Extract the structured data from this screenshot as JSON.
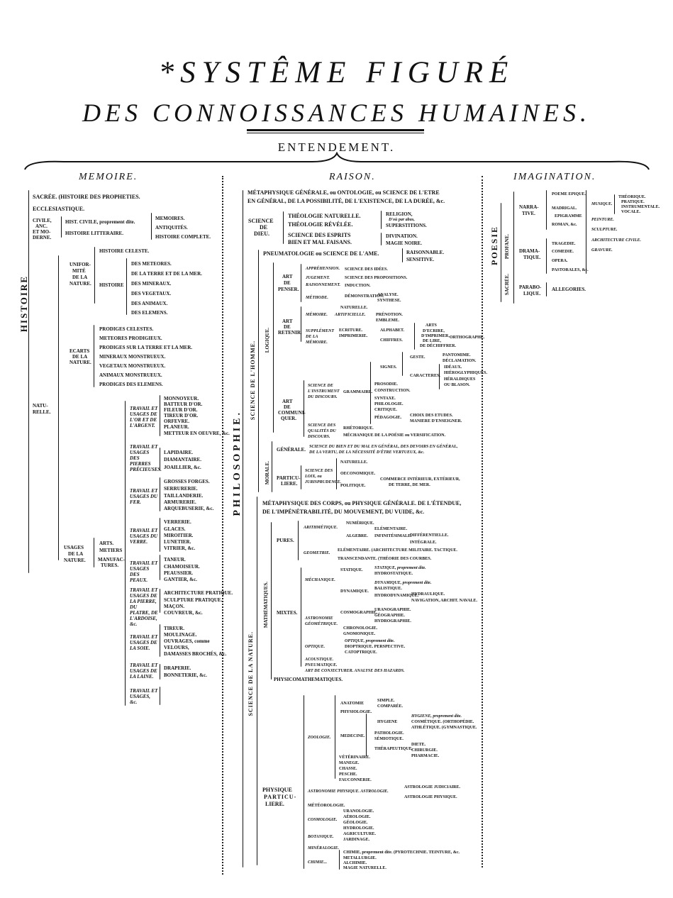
{
  "title": {
    "line1": "*SYSTÊME FIGURÉ",
    "line2": "DES CONNOISSANCES HUMAINES.",
    "sub": "ENTENDEMENT."
  },
  "memoire": {
    "heading": "MEMOIRE.",
    "vertical": "HISTOIRE",
    "sacree": "SACRÉE. (HISTOIRE DES PROPHETIES.",
    "eccles": "ECCLESIASTIQUE.",
    "civile": [
      "CIVILE,",
      "ANC.",
      "ET MO-",
      "DERNE."
    ],
    "hist_civile": "HIST. CIVILE, proprement dite.",
    "hist_litt": "HISTOIRE LITTERAIRE.",
    "civ_items": [
      "MEMOIRES.",
      "ANTIQUITÉS.",
      "HISTOIRE COMPLETE."
    ],
    "naturelle": [
      "NATU-",
      "RELLE."
    ],
    "uniformite": [
      "UNIFOR-",
      "MITÉ",
      "DE LA",
      "NATURE."
    ],
    "hist_celeste": "HISTOIRE CELESTE.",
    "histoire": "HISTOIRE",
    "des_items": [
      "DES METEORES.",
      "DE LA TERRE ET DE LA MER.",
      "DES MINERAUX.",
      "DES VEGETAUX.",
      "DES ANIMAUX.",
      "DES ELEMENS."
    ],
    "ecarts": [
      "ECARTS",
      "DE LA",
      "NATURE."
    ],
    "prodiges": [
      "PRODIGES CELESTES.",
      "METEORES PRODIGIEUX.",
      "PRODIGES SUR LA TERRE ET LA MER.",
      "MINERAUX MONSTRUEUX.",
      "VEGETAUX MONSTRUEUX.",
      "ANIMAUX MONSTRUEUX.",
      "PRODIGES DES ELEMENS."
    ],
    "usages": [
      "USAGES",
      "DE LA",
      "NATURE."
    ],
    "arts": "ARTS.",
    "metiers": "METIERS",
    "manufac": [
      "MANUFAC-",
      "TURES."
    ],
    "travaux": [
      {
        "label": "TRAVAIL ET USAGES DE L'OR ET DE L'ARGENT.",
        "items": [
          "MONNOYEUR.",
          "BATTEUR D'OR.",
          "FILEUR D'OR.",
          "TIREUR D'OR.",
          "ORFEVRE.",
          "PLANEUR.",
          "METTEUR EN OEUVRE, &c."
        ]
      },
      {
        "label": "TRAVAIL ET USAGES DES PIERRES PRÉCIEUSES.",
        "items": [
          "LAPIDAIRE.",
          "DIAMANTAIRE.",
          "JOAILLIER, &c."
        ]
      },
      {
        "label": "TRAVAIL ET USAGES DU FER.",
        "items": [
          "GROSSES FORGES.",
          "SERRURERIE.",
          "TAILLANDERIE.",
          "ARMURERIE.",
          "ARQUEBUSERIE, &c."
        ]
      },
      {
        "label": "TRAVAIL ET USAGES DU VERRE.",
        "items": [
          "VERRERIE.",
          "GLACES.",
          "MIROITIER.",
          "LUNETIER.",
          "VITRIER, &c."
        ]
      },
      {
        "label": "TRAVAIL ET USAGES DES PEAUX.",
        "items": [
          "TANEUR.",
          "CHAMOISEUR.",
          "PEAUSSIER.",
          "GANTIER, &c."
        ]
      },
      {
        "label": "TRAVAIL ET USAGES DE LA PIERRE, DU PLATRE, DE L'ARDOISE, &c.",
        "items": [
          "ARCHITECTURE PRATIQUE.",
          "SCULPTURE PRATIQUE.",
          "MAÇON.",
          "COUVREUR, &c."
        ]
      },
      {
        "label": "TRAVAIL ET USAGES DE LA SOIE.",
        "items": [
          "TIREUR.",
          "MOULINAGE.",
          "OUVRAGES, comme",
          "VELOURS,",
          "DAMASSES BROCHÉS, &c."
        ]
      },
      {
        "label": "TRAVAIL ET USAGES DE LA LAINE.",
        "items": [
          "DRAPERIE.",
          "BONNETERIE, &c."
        ]
      },
      {
        "label": "TRAVAIL ET USAGES, &c.",
        "items": []
      }
    ]
  },
  "raison": {
    "heading": "RAISON.",
    "vertical": "PHILOSOPHIE.",
    "metaphysique": [
      "MÉTAPHYSIQUE GÉNÉRALE, ou ONTOLOGIE, ou SCIENCE DE L'ETRE",
      "EN GÉNÉRAL, DE LA POSSIBILITÉ, DE L'EXISTENCE, DE LA DURÉE, &c."
    ],
    "science_dieu": [
      "SCIENCE",
      "DE",
      "DIEU."
    ],
    "theologie": [
      "THÉOLOGIE NATURELLE.",
      "THÉOLOGIE RÉVÉLÉE.",
      "SCIENCE DES ESPRITS",
      "BIEN ET MAL FAISANS."
    ],
    "rel": [
      "RELIGION,",
      "D'où par abus,",
      "SUPERSTITIONS.",
      "DIVINATION.",
      "MAGIE NOIRE."
    ],
    "sci_homme": "SCIENCE DE L'HOMME.",
    "pneumatologie": "PNEUMATOLOGIE ou SCIENCE DE L'AME.",
    "ame": [
      "RAISONNABLE.",
      "SENSITIVE."
    ],
    "logique": "LOGIQUE.",
    "art_penser": [
      "ART",
      "DE",
      "PENSER."
    ],
    "penser_items": [
      "APPRÉHENSION.",
      "JUGEMENT.",
      "RAISONNEMENT.",
      "MÉTHODE."
    ],
    "penser_sub": [
      "SCIENCE DES IDÉES.",
      "SCIENCE DES PROPOSITIONS.",
      "INDUCTION.",
      "DÉMONSTRATION.",
      "ANALYSE.",
      "SYNTHESE."
    ],
    "art_retenir": [
      "ART",
      "DE",
      "RETENIR."
    ],
    "retenir_items": [
      "NATURELLE.",
      "MÉMOIRE.",
      "ARTIFICIELLE.",
      "SUPPLÉMENT DE LA MÉMOIRE."
    ],
    "retenir_sub": [
      "PRÉNOTION.",
      "EMBLEME.",
      "ECRITURE.",
      "IMPRIMERIE."
    ],
    "alphabet": "ALPHABET.",
    "chiffres": "CHIFFRES.",
    "arts_ecrire": [
      "ARTS",
      "D'ECRIRE,",
      "D'IMPRIMER,",
      "DE LIRE,",
      "DE DÉCHIFFRER."
    ],
    "orthographe": "ORTHOGRAPHE.",
    "art_communiquer": [
      "ART",
      "DE",
      "COMMUNI-",
      "QUER."
    ],
    "instrument": "SCIENCE DE L'INSTRUMENT DU DISCOURS.",
    "grammaire": "GRAMMAIRE.",
    "signes": "SIGNES.",
    "geste": "GESTE.",
    "geste_items": [
      "PANTOMIME.",
      "DÉCLAMATION."
    ],
    "caracteres": "CARACTERES.",
    "car_items": [
      "IDÉAUX.",
      "HIÉROGLYPHIQUES.",
      "HÉRALDIQUES",
      "OU BLASON."
    ],
    "gram_items": [
      "PROSODIE.",
      "CONSTRUCTION.",
      "SYNTAXE.",
      "PHILOLOGIE.",
      "CRITIQUE."
    ],
    "pedagogie": "PÉDAGOGIE.",
    "ped_items": [
      "CHOIX DES ETUDES.",
      "MANIERE D'ENSEIGNER."
    ],
    "qualites": "SCIENCE DES QUALITÉS DU DISCOURS.",
    "rhetorique": "RHÉTORIQUE.",
    "mecanique_poesie": "MÉCHANIQUE DE LA POÉSIE ou VERSIFICATION.",
    "morale": "MORALE.",
    "generale": "GÉNÉRALE.",
    "generale_txt": [
      "SCIENCE DU BIEN ET DU MAL EN GÉNÉRAL, DES DEVOIRS EN GÉNÉRAL,",
      "DE LA VERTU, DE LA NÉCESSITÉ D'ÊTRE VERTUEUX, &c."
    ],
    "particuliere": [
      "PARTICU-",
      "LIERE."
    ],
    "sci_lois": "SCIENCE DES LOIX, ou JURISPRUDENCE.",
    "lois_items": [
      "NATURELLE.",
      "OECONOMIQUE.",
      "POLITIQUE."
    ],
    "commerce": [
      "COMMERCE INTÉRIEUR, EXTÉRIEUR,",
      "DE TERRE, DE MER."
    ],
    "sci_nature": "SCIENCE DE LA NATURE.",
    "meta_corps": [
      "MÉTAPHYSIQUE DES CORPS, ou PHYSIQUE GÉNÉRALE. DE L'ÉTENDUE,",
      "DE L'IMPÉNÉTRABILITÉ, DU MOUVEMENT, DU VUIDE, &c."
    ],
    "mathematiques": "MATHÉMATIQUES.",
    "pures": "PURES.",
    "arith": "ARITHMÉTIQUE.",
    "numerique": "NUMÉRIQUE.",
    "algebre": "ALGEBRE.",
    "algebre_items": [
      "ELÉMENTAIRE.",
      "INFINITÉSIMALE.",
      "DIFFÉRENTIELLE.",
      "INTÉGRALE."
    ],
    "geometrie": "GEOMETRIE.",
    "geom_items": [
      "ELÉMENTAIRE. (ARCHITECTURE MILITAIRE. TACTIQUE.",
      "TRANSCENDANTE. (THÉORIE DES COURBES."
    ],
    "mixtes": "MIXTES.",
    "mecanique": "MÉCHANIQUE.",
    "statique": "STATIQUE.",
    "stat_items": [
      "STATIQUE, proprement dite.",
      "HYDROSTATIQUE."
    ],
    "dynamique": "DYNAMIQUE.",
    "dyn_items": [
      "DYNAMIQUE, proprement dite.",
      "BALISTIQUE.",
      "HYDRODYNAMIQUE.",
      "HYDRAULIQUE.",
      "NAVIGATION, ARCHIT. NAVALE."
    ],
    "astronomie": "ASTRONOMIE GÉOMÉTRIQUE.",
    "cosmographie": "COSMOGRAPHIE.",
    "cosmo_items": [
      "URANOGRAPHIE.",
      "GÉOGRAPHIE.",
      "HYDROGRAPHIE.",
      "CHRONOLOGIE.",
      "GNOMONIQUE."
    ],
    "optique": "OPTIQUE.",
    "opt_items": [
      "OPTIQUE, proprement dite.",
      "DIOPTRIQUE. PERSPECTIVE.",
      "CATOPTRIQUE."
    ],
    "acoustique": [
      "ACOUSTIQUE.",
      "PNEUMATIQUE.",
      "ART DE CONJECTURER. ANALYSE DES HAZARDS."
    ],
    "physicomath": "PHYSICOMATHEMATIQUES.",
    "physique_part": [
      "PHYSIQUE",
      "PARTICU-",
      "LIERE."
    ],
    "zoologie": "ZOOLOGIE.",
    "anatomie": "ANATOMIE",
    "anat_items": [
      "SIMPLE.",
      "COMPARÉE."
    ],
    "physiologie": "PHYSIOLOGIE.",
    "medecine": "MEDECINE.",
    "hygiene": "HYGIENE",
    "hyg_items": [
      "HYGIENE, proprement dite.",
      "COSMÉTIQUE. (ORTHOPÉDIE.",
      "ATHLÉTIQUE. (GYMNASTIQUE."
    ],
    "patho": [
      "PATHOLOGIE.",
      "SÉMIOTIQUE."
    ],
    "therapeutique": "THÉRAPEUTIQUE.",
    "thera_items": [
      "DIETE.",
      "CHIRURGIE.",
      "PHARMACIE."
    ],
    "zoo_items": [
      "VÉTÉRINAIRE.",
      "MANEGE.",
      "CHASSE.",
      "PESCHE.",
      "FAUCONNERIE."
    ],
    "astro_phys": "ASTRONOMIE PHYSIQUE. ASTROLOGIE.",
    "astrologie_items": [
      "ASTROLOGIE JUDICIAIRE.",
      "ASTROLOGIE PHYSIQUE."
    ],
    "meteorologie": "MÉTÉOROLOGIE.",
    "cosmologie": "COSMOLOGIE.",
    "cosmologie_items": [
      "URANOLOGIE.",
      "AÉROLOGIE.",
      "GÉOLOGIE.",
      "HYDROLOGIE."
    ],
    "botanique": "BOTANIQUE.",
    "bot_items": [
      "AGRICULTURE.",
      "JARDINAGE."
    ],
    "mineralogie": "MINÉRALOGIE.",
    "chimie": "CHIMIE...",
    "chimie_items": [
      "CHIMIE, proprement dite. (PYROTECHNIE. TEINTURE, &c.",
      "METALLURGIE.",
      "ALCHIMIE.",
      "MAGIE NATURELLE."
    ]
  },
  "imagination": {
    "heading": "IMAGINATION.",
    "vertical": "POESIE",
    "sacree_profane": [
      "SACRÉE.",
      "PROFANE."
    ],
    "narrative": [
      "NARRA-",
      "TIVE."
    ],
    "narr_items": [
      "POEME EPIQUE.",
      "MADRIGAL.",
      "EPIGRAMME",
      "ROMAN, &c."
    ],
    "dramatique": [
      "DRAMA-",
      "TIQUE."
    ],
    "dram_items": [
      "TRAGEDIE.",
      "COMEDIE.",
      "OPERA.",
      "PASTORALES, &c."
    ],
    "parabolique": [
      "PARABO-",
      "LIQUE."
    ],
    "allegories": "ALLEGORIES.",
    "musique": "MUSIQUE.",
    "mus_items": [
      "THÉORIQUE.",
      "PRATIQUE.",
      "INSTRUMENTALE.",
      "VOCALE."
    ],
    "arts": [
      "PEINTURE.",
      "SCULPTURE.",
      "ARCHITECTURE CIVILE.",
      "GRAVURE."
    ]
  }
}
